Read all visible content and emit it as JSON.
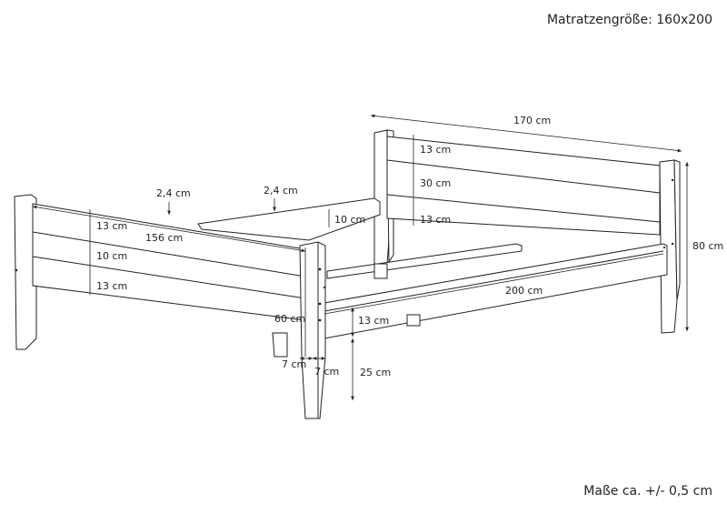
{
  "header": {
    "mattress_size": "Matratzengröße: 160x200"
  },
  "footer": {
    "tolerance": "Maße ca. +/- 0,5 cm"
  },
  "dimensions": {
    "width_total": "170 cm",
    "height_head": "80 cm",
    "head_board_top": "13 cm",
    "head_board_mid": "30 cm",
    "head_board_bottom": "13 cm",
    "foot_width": "156 cm",
    "foot_board_top": "13 cm",
    "foot_board_mid": "10 cm",
    "foot_board_bottom": "13 cm",
    "foot_height": "60 cm",
    "thickness_left": "2,4 cm",
    "thickness_right": "2,4 cm",
    "rail_height": "10 cm",
    "side_rail_length": "200 cm",
    "side_rail_height": "13 cm",
    "leg_width_a": "7 cm",
    "leg_width_b": "7 cm",
    "clearance": "25 cm"
  }
}
